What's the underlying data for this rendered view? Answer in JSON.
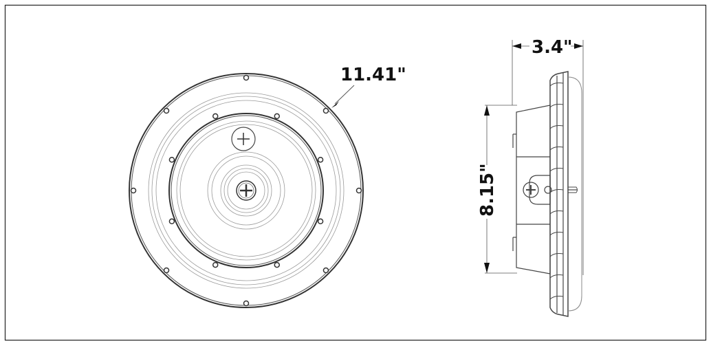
{
  "dimensions": {
    "diameter": "11.41\"",
    "depth": "3.4\"",
    "height": "8.15\""
  },
  "colors": {
    "line": "#333333",
    "thin": "#777777",
    "frame": "#222222"
  }
}
